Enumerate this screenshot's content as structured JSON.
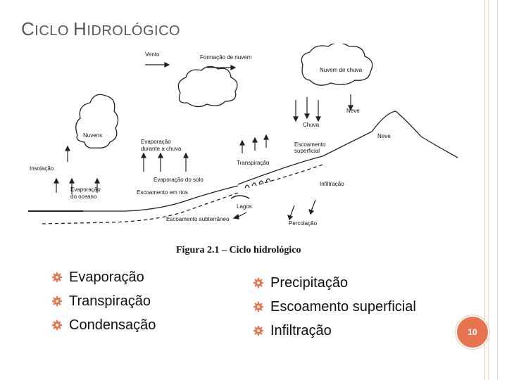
{
  "slide": {
    "title_first_C": "C",
    "title_rest_1": "ICLO ",
    "title_first_H": "H",
    "title_rest_2": "IDROLÓGICO",
    "page_number": "10"
  },
  "figure": {
    "caption": "Figura 2.1 – Ciclo hidrológico",
    "labels": {
      "vento": "Vento",
      "formacao_nuvem": "Formação de nuvem",
      "nuvem_chuva": "Nuvem de chuva",
      "neve_top": "Neve",
      "chuva": "Chuva",
      "nuvens": "Nuvens",
      "neve_mountain": "Neve",
      "evap_chuva_1": "Evaporação",
      "evap_chuva_2": "durante a chuva",
      "escoamento_sup_1": "Escoamento",
      "escoamento_sup_2": "superficial",
      "insolacao": "Insolação",
      "transpiracao": "Transpiração",
      "evap_solo": "Evaporação do solo",
      "evap_oceano_1": "Evaporação",
      "evap_oceano_2": "do oceano",
      "escoamento_rios": "Escoamento em rios",
      "infiltracao": "Infiltração",
      "lagos": "Lagos",
      "escoamento_subterraneo": "Escoamento subterrâneo",
      "percolacao": "Percolação"
    }
  },
  "bullets_left": [
    "Evaporação",
    "Transpiração",
    "Condensação"
  ],
  "bullets_right": [
    "Precipitação",
    "Escoamento superficial",
    "Infiltração"
  ],
  "colors": {
    "accent": "#e8734f",
    "bullet": "#e8734f",
    "deco": "#f2c6b8"
  },
  "icons": {
    "bullet": "gear-icon"
  }
}
